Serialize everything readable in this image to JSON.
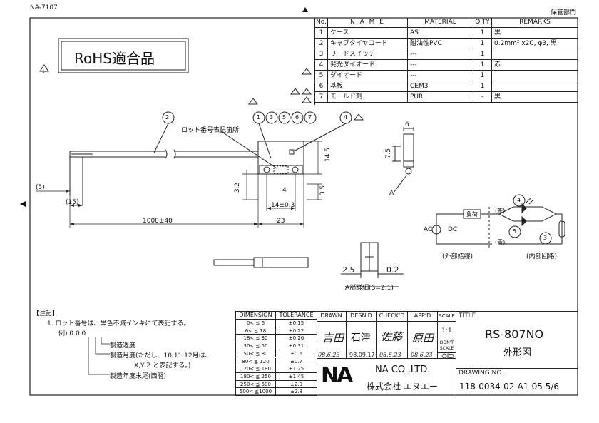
{
  "header": {
    "doc_code": "NA-7107",
    "dept": "保管部門"
  },
  "rohs": {
    "label": "RoHS適合品"
  },
  "parts_table": {
    "headers": [
      "No.",
      "N A M E",
      "MATERIAL",
      "Q'TY",
      "REMARKS"
    ],
    "rows": [
      {
        "no": "1",
        "name": "ケース",
        "material": "AS",
        "qty": "1",
        "remarks": "黒"
      },
      {
        "no": "2",
        "name": "キャブタイヤコード",
        "material": "耐油性PVC",
        "qty": "1",
        "remarks": "0.2mm² x2C, φ3, 黒"
      },
      {
        "no": "3",
        "name": "リードスイッチ",
        "material": "---",
        "qty": "1",
        "remarks": ""
      },
      {
        "no": "4",
        "name": "発光ダイオード",
        "material": "---",
        "qty": "1",
        "remarks": "赤"
      },
      {
        "no": "5",
        "name": "ダイオード",
        "material": "---",
        "qty": "1",
        "remarks": ""
      },
      {
        "no": "6",
        "name": "基板",
        "material": "CEM3",
        "qty": "1",
        "remarks": ""
      },
      {
        "no": "7",
        "name": "モールド剤",
        "material": "PUR",
        "qty": "-",
        "remarks": "黒"
      }
    ]
  },
  "drawing": {
    "lot_label": "ロット番号表記箇所",
    "balloons": [
      "1",
      "3",
      "5",
      "6",
      "7",
      "2",
      "4",
      "4",
      "5",
      "3"
    ],
    "dims": {
      "len_main": "1000±40",
      "len_15": "(15)",
      "len_5": "(5)",
      "d_23": "23",
      "d_14": "14±0.3",
      "d_4": "4",
      "d_32": "3.2",
      "d_35": "3.5",
      "d_145": "14.5",
      "d_6": "6",
      "d_75": "7.5",
      "d_25": "2.5",
      "d_02": "0.2",
      "view_a": "A"
    },
    "detail_label": "A部詳細(S=2:1)",
    "circuit": {
      "wire1": "(茶)",
      "wire2": "(青)",
      "ac": "AC",
      "dc": "DC",
      "load": "負荷",
      "external": "(外部結線)",
      "internal": "(内部回路)"
    }
  },
  "notes": {
    "title": "【注記】",
    "line1": "1. ロット番号は、黒色不滅インキにて表記する。",
    "example": "例) 0 0 0",
    "week": "製造週度",
    "month": "製造月度(ただし、10,11,12月は、",
    "month2": "X,Y,Z と表記する。)",
    "year": "製造年度末尾(西暦)"
  },
  "tolerance_table": {
    "headers": [
      "DIMENSION",
      "TOLERANCE"
    ],
    "rows": [
      [
        "0< ≦ 6",
        "±0.15"
      ],
      [
        "6< ≦ 18",
        "±0.22"
      ],
      [
        "18< ≦ 30",
        "±0.26"
      ],
      [
        "30< ≦ 50",
        "±0.31"
      ],
      [
        "50< ≦ 80",
        "±0.6"
      ],
      [
        "80< ≦ 120",
        "±0.7"
      ],
      [
        "120< ≦ 180",
        "±1.25"
      ],
      [
        "180< ≦ 250",
        "±1.45"
      ],
      [
        "250< ≦ 500",
        "±2.0"
      ],
      [
        "500< ≦1000",
        "±2.8"
      ]
    ]
  },
  "title_block": {
    "drawn": "DRAWN",
    "desnd": "DESN'D",
    "checkd": "CHECK'D",
    "appd": "APP'D",
    "scale": "SCALE",
    "scale_val": "1:1",
    "dont_scale": "DON'T SCALE",
    "title_label": "TITLE",
    "title_1": "RS-807NO",
    "title_2": "外形図",
    "sig_drawn": "吉田",
    "sig_desnd": "石津",
    "sig_check": "佐藤",
    "sig_app": "原田",
    "date_drawn": "08.6.23",
    "date_desnd": "98.09.17",
    "date_check": "08.6.23",
    "date_app": "08.6.23",
    "company_en": "NA CO.,LTD.",
    "company_jp": "株式会社 エヌエー",
    "logo": "NA",
    "drawing_no_label": "DRAWING NO.",
    "drawing_no": "118-0034-02-A1-05 5/6"
  }
}
